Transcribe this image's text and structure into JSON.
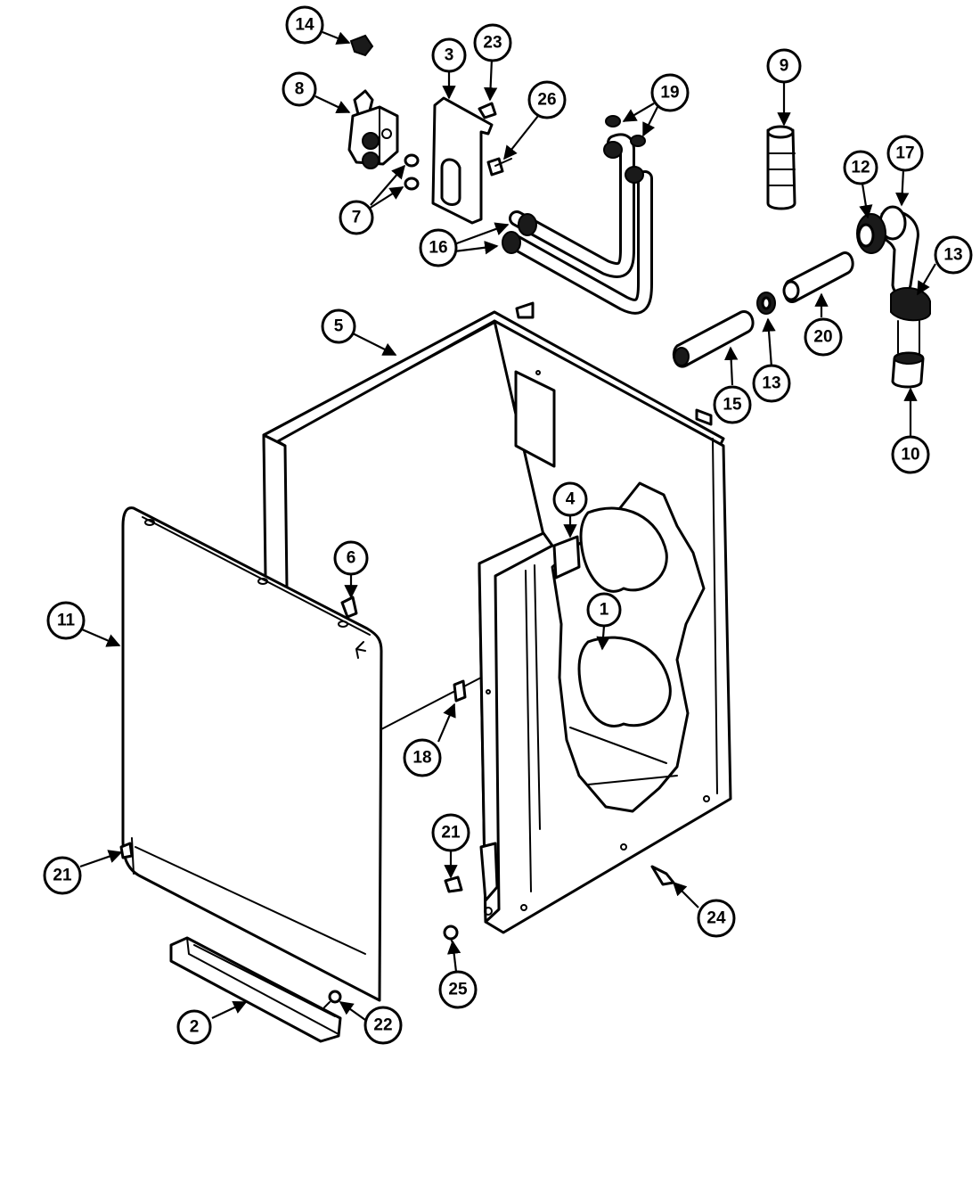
{
  "callouts": [
    {
      "label": "14",
      "part": "14"
    },
    {
      "label": "3",
      "part": "3"
    },
    {
      "label": "23",
      "part": "23"
    },
    {
      "label": "9",
      "part": "9"
    },
    {
      "label": "8",
      "part": "8"
    },
    {
      "label": "26",
      "part": "26"
    },
    {
      "label": "19",
      "part": "19"
    },
    {
      "label": "12",
      "part": "12"
    },
    {
      "label": "17",
      "part": "17"
    },
    {
      "label": "7",
      "part": "7"
    },
    {
      "label": "16",
      "part": "16"
    },
    {
      "label": "13",
      "part": "13"
    },
    {
      "label": "5",
      "part": "5"
    },
    {
      "label": "20",
      "part": "20"
    },
    {
      "label": "13",
      "part": "13"
    },
    {
      "label": "15",
      "part": "15"
    },
    {
      "label": "10",
      "part": "10"
    },
    {
      "label": "4",
      "part": "4"
    },
    {
      "label": "6",
      "part": "6"
    },
    {
      "label": "11",
      "part": "11"
    },
    {
      "label": "1",
      "part": "1"
    },
    {
      "label": "18",
      "part": "18"
    },
    {
      "label": "21",
      "part": "21"
    },
    {
      "label": "21",
      "part": "21"
    },
    {
      "label": "24",
      "part": "24"
    },
    {
      "label": "25",
      "part": "25"
    },
    {
      "label": "2",
      "part": "2"
    },
    {
      "label": "22",
      "part": "22"
    }
  ]
}
